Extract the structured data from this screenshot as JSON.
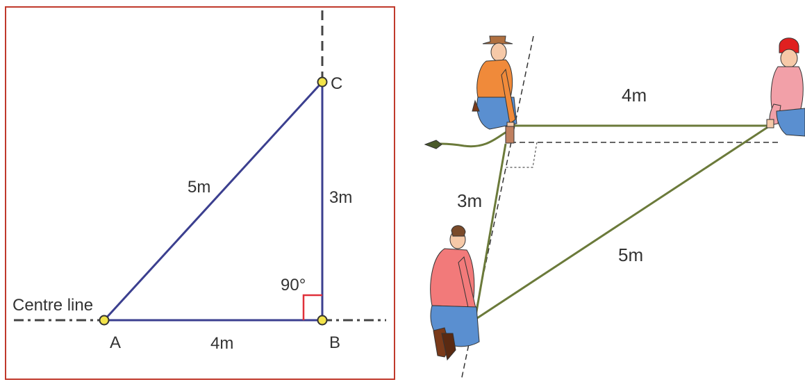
{
  "left_diagram": {
    "points": {
      "a": "A",
      "b": "B",
      "c": "C"
    },
    "sides": {
      "ab": "4m",
      "bc": "3m",
      "ac": "5m"
    },
    "angle": "90°",
    "centre_line_label": "Centre line",
    "colors": {
      "frame": "#c0392b",
      "triangle": "#3b3f8f",
      "right_angle_marker": "#e0303a",
      "point_fill": "#f2e34a"
    }
  },
  "right_illustration": {
    "sides": {
      "top": "4m",
      "left": "3m",
      "diagonal": "5m"
    },
    "colors": {
      "tape": "#6b7a3a",
      "shirt_orange": "#f08a3a",
      "shirt_pink": "#f2a0a8",
      "shirt_red": "#f27a7a",
      "jeans": "#5a8fd0",
      "helmet": "#e02020"
    },
    "figures": [
      "worker-top-left-icon",
      "worker-top-right-icon",
      "worker-bottom-left-icon"
    ]
  }
}
